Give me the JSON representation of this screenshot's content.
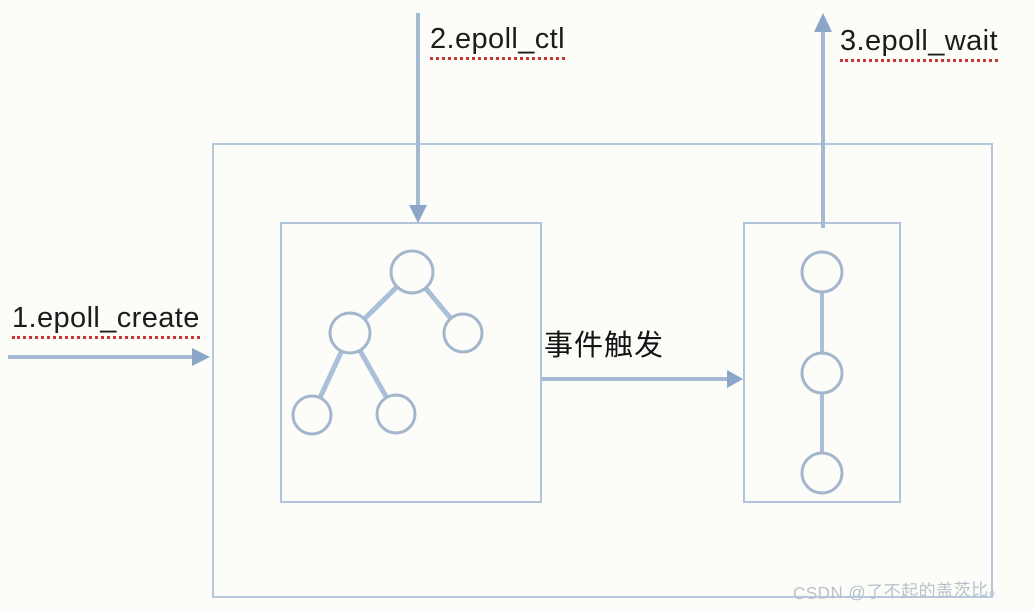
{
  "diagram": {
    "labels": {
      "step1": "1.epoll_create",
      "step2": "2.epoll_ctl",
      "step3": "3.epoll_wait",
      "event_trigger": "事件触发"
    },
    "watermark": "CSDN @了不起的盖茨比。",
    "colors": {
      "background": "#fcfcf9",
      "box_border": "#b6c8dc",
      "arrow_line": "#a6b9d2",
      "arrow_head": "#8ba6c9",
      "tree_edge": "#aabfd8",
      "node_stroke": "#a4b6cc",
      "node_fill": "#fcfcf9",
      "label_text": "#1c1c1c",
      "spellcheck_underline": "#cc3333",
      "watermark_text": "#b8c1cb"
    },
    "structure": {
      "rbtree_node_count": 5,
      "ready_list_node_count": 3
    }
  }
}
